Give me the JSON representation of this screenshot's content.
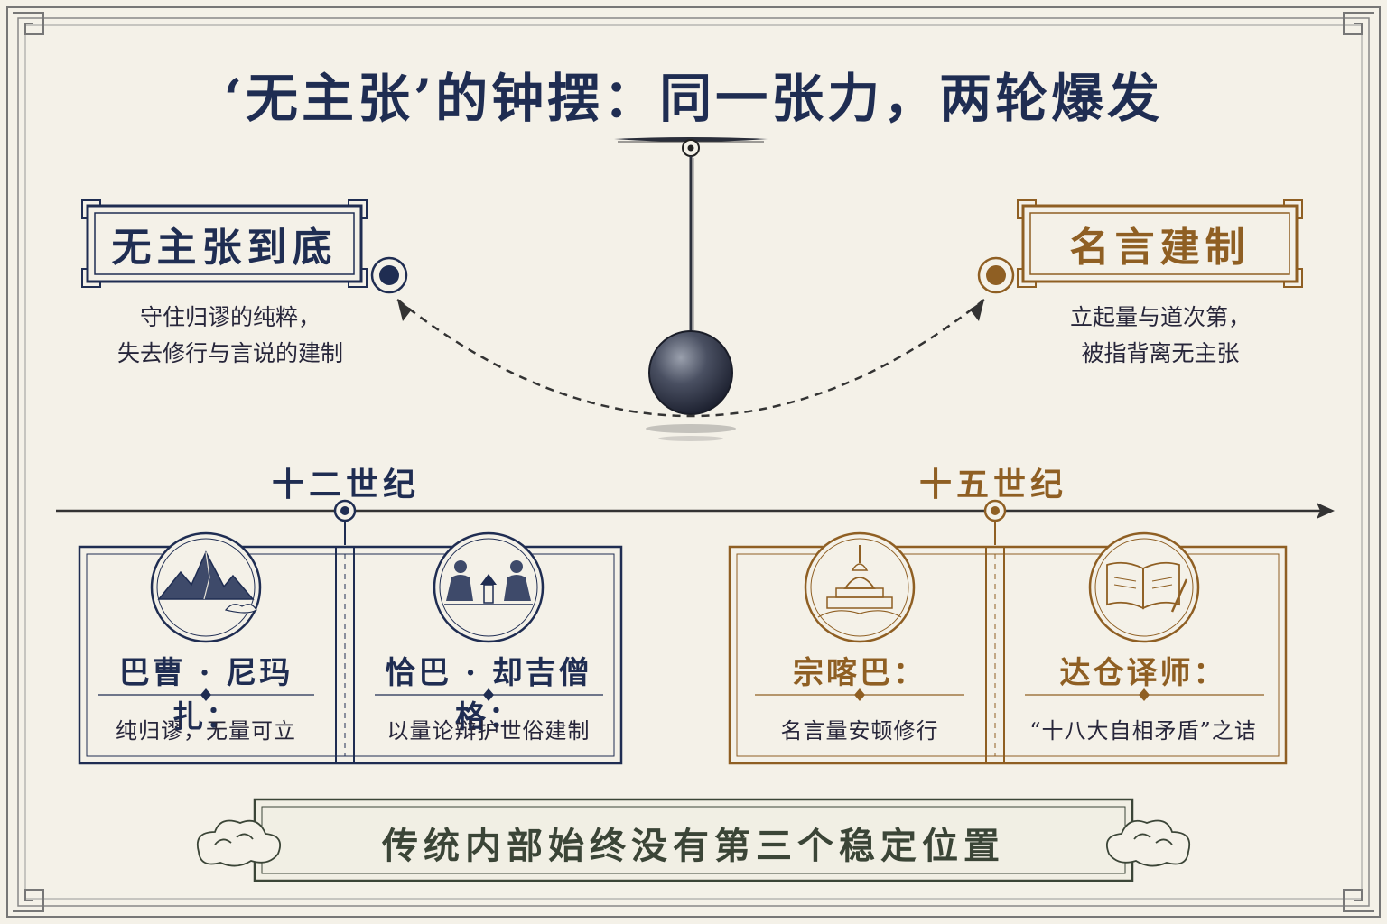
{
  "title": "‘无主张’的钟摆：同一张力，两轮爆发",
  "left_pole": {
    "label": "无主张到底",
    "desc_line1": "守住归谬的纯粹，",
    "desc_line2": "失去修行与言说的建制"
  },
  "right_pole": {
    "label": "名言建制",
    "desc_line1": "立起量与道次第，",
    "desc_line2": "被指背离无主张"
  },
  "timeline": {
    "era_left": "十二世纪",
    "era_right": "十五世纪"
  },
  "cards": [
    {
      "name": "巴曹 · 尼玛扎：",
      "desc": "纯归谬，无量可立",
      "icon": "mountain-icon"
    },
    {
      "name": "恰巴 · 却吉僧格：",
      "desc": "以量论辩护世俗建制",
      "icon": "debate-monks-icon"
    },
    {
      "name": "宗喀巴：",
      "desc": "名言量安顿修行",
      "icon": "stupa-icon"
    },
    {
      "name": "达仓译师：",
      "desc": "“十八大自相矛盾”之诘",
      "icon": "book-icon"
    }
  ],
  "conclusion": "传统内部始终没有第三个稳定位置",
  "colors": {
    "navy": "#1f2d52",
    "bronze": "#8f5f23",
    "paper": "#f4f1e8",
    "banner": "#3b4537"
  }
}
